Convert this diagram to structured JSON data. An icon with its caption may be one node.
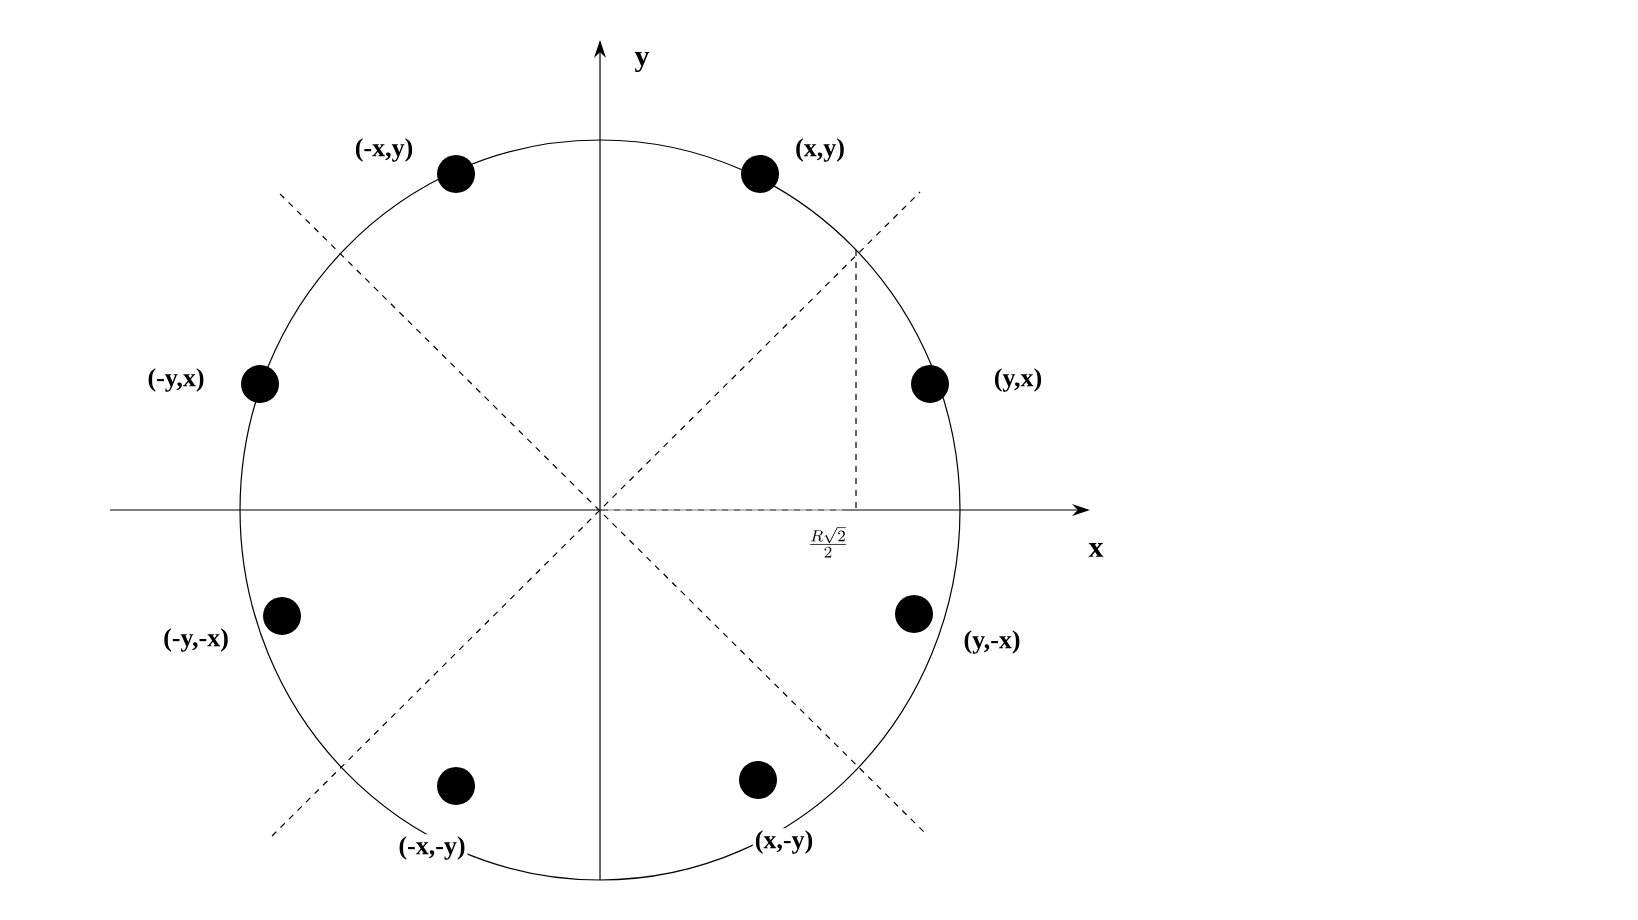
{
  "diagram": {
    "nodes": [
      {
        "text": [],
        "shape": "circle",
        "beside": [
          "(-x,y)"
        ]
      },
      {
        "text": [],
        "shape": "circle",
        "beside": [
          "(x,y)"
        ]
      },
      {
        "text": [],
        "shape": "circle",
        "beside": [
          "(-y,x)"
        ]
      },
      {
        "text": [],
        "shape": "circle",
        "beside": [
          "(y,x)"
        ]
      },
      {
        "text": [],
        "shape": "circle",
        "beside": [
          "(-y,-x)"
        ]
      },
      {
        "text": [],
        "shape": "circle",
        "beside": [
          "(y,-x)"
        ]
      },
      {
        "text": [],
        "shape": "circle",
        "beside": [
          "(-x,-y)"
        ]
      },
      {
        "text": [],
        "shape": "circle",
        "beside": [
          "(x,-y)"
        ]
      }
    ],
    "labels": [
      "y",
      "x",
      "\\frac{R\\sqrt{2}}{2}"
    ]
  }
}
